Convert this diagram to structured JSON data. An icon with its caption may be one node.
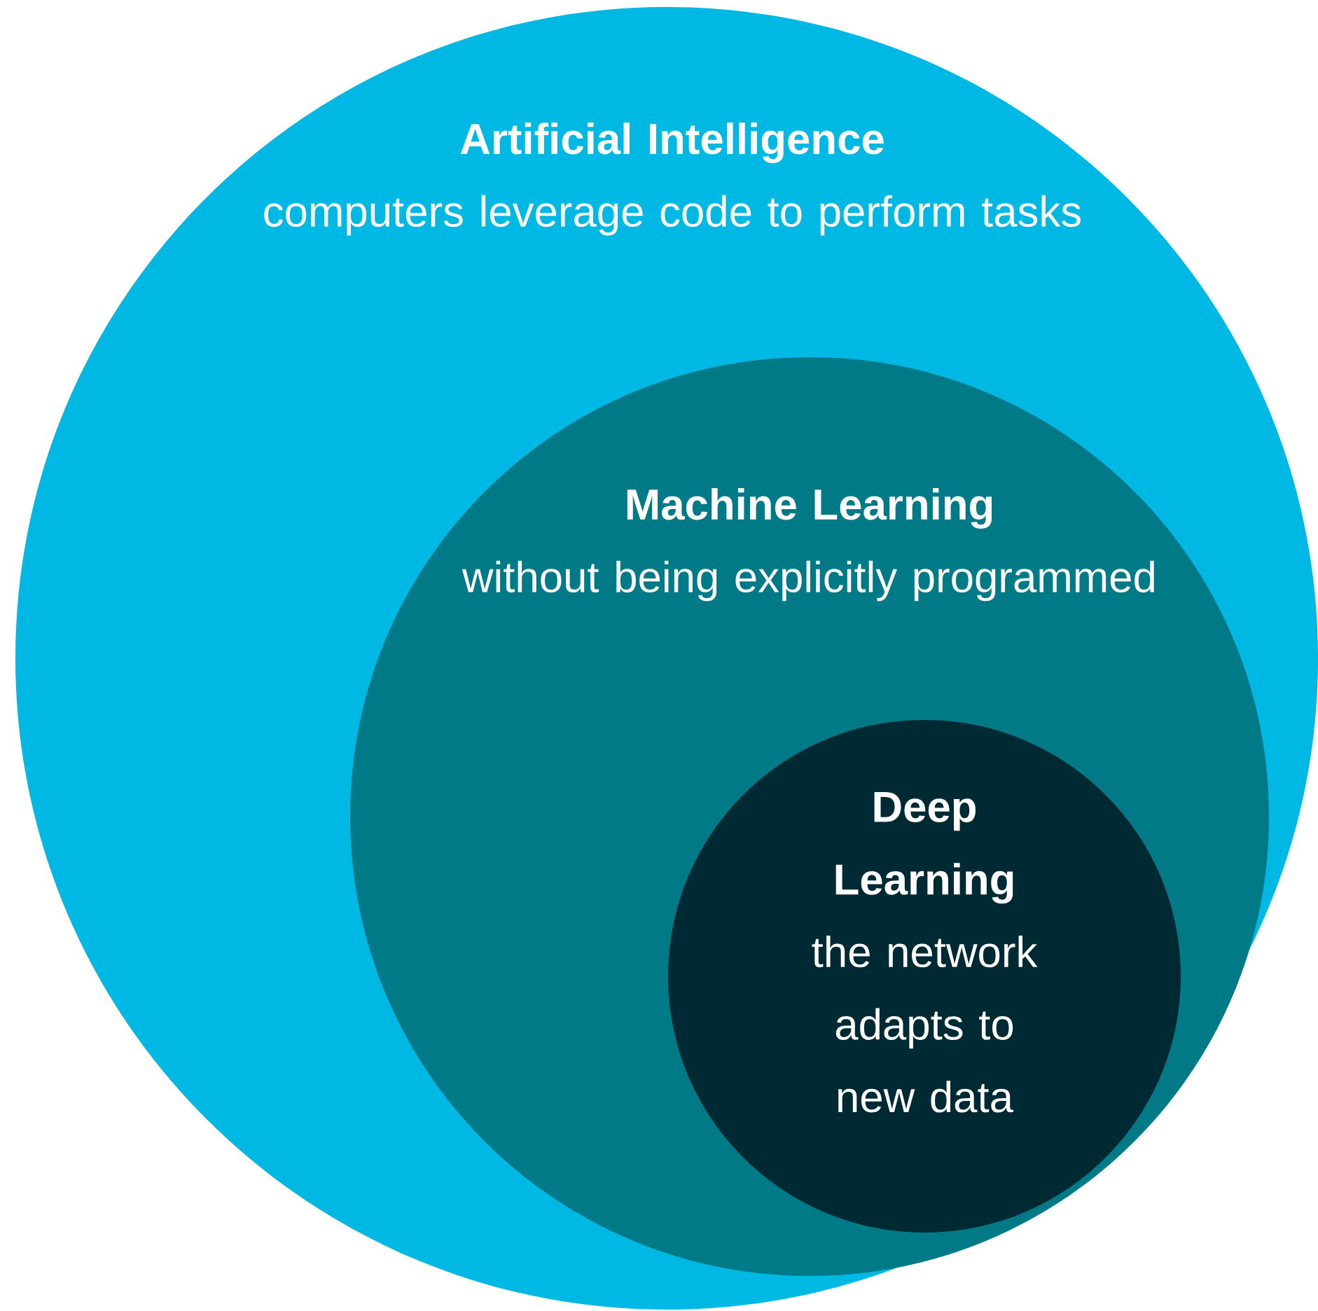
{
  "diagram": {
    "nodes": [
      {
        "text": [
          "Artificial Intelligence",
          "computers leverage code to perform tasks"
        ]
      },
      {
        "text": [
          "Machine Learning",
          "without being explicitly programmed"
        ],
        "in": 0
      },
      {
        "text": [
          "Deep Learning",
          "the network adapts to new data"
        ],
        "in": 1
      }
    ]
  }
}
